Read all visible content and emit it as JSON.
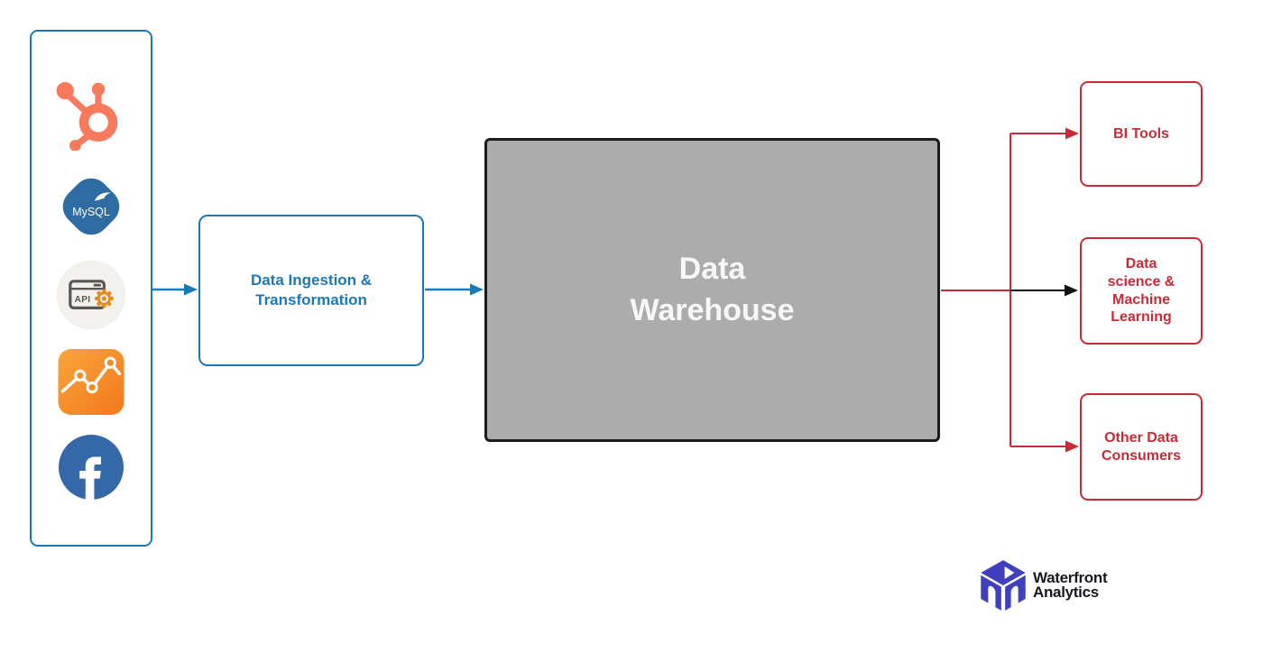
{
  "diagram": {
    "sources_panel": {
      "items": [
        {
          "name": "HubSpot",
          "icon": "hubspot-icon"
        },
        {
          "name": "MySQL",
          "icon": "mysql-icon",
          "text": "MySQL"
        },
        {
          "name": "API",
          "icon": "api-icon",
          "text": "API"
        },
        {
          "name": "Google Analytics",
          "icon": "analytics-icon"
        },
        {
          "name": "Facebook",
          "icon": "facebook-icon"
        }
      ]
    },
    "nodes": {
      "ingestion": {
        "lines": [
          "Data Ingestion &",
          "Transformation"
        ]
      },
      "warehouse": {
        "lines": [
          "Data",
          "Warehouse"
        ]
      },
      "bi_tools": {
        "lines": [
          "BI Tools"
        ]
      },
      "data_science": {
        "lines": [
          "Data",
          "science &",
          "Machine",
          "Learning"
        ]
      },
      "other_consumers": {
        "lines": [
          "Other Data",
          "Consumers"
        ]
      }
    },
    "branding": {
      "logo_text_lines": [
        "Waterfront",
        "Analytics"
      ]
    },
    "colors": {
      "flow_blue": "#1a78b6",
      "flow_red": "#c92a38",
      "flow_black": "#111111",
      "warehouse_fill": "#acacac",
      "warehouse_border": "#1c1c1c",
      "warehouse_text": "#f7f7f7",
      "hubspot_orange": "#f87a5d",
      "mysql_blue": "#2f6ca3",
      "api_gray": "#5b564f",
      "api_gear_orange": "#e68a19",
      "analytics_orange": "#f58a20",
      "facebook_blue": "#3568a8",
      "logo_indigo": "#4040bd"
    }
  }
}
